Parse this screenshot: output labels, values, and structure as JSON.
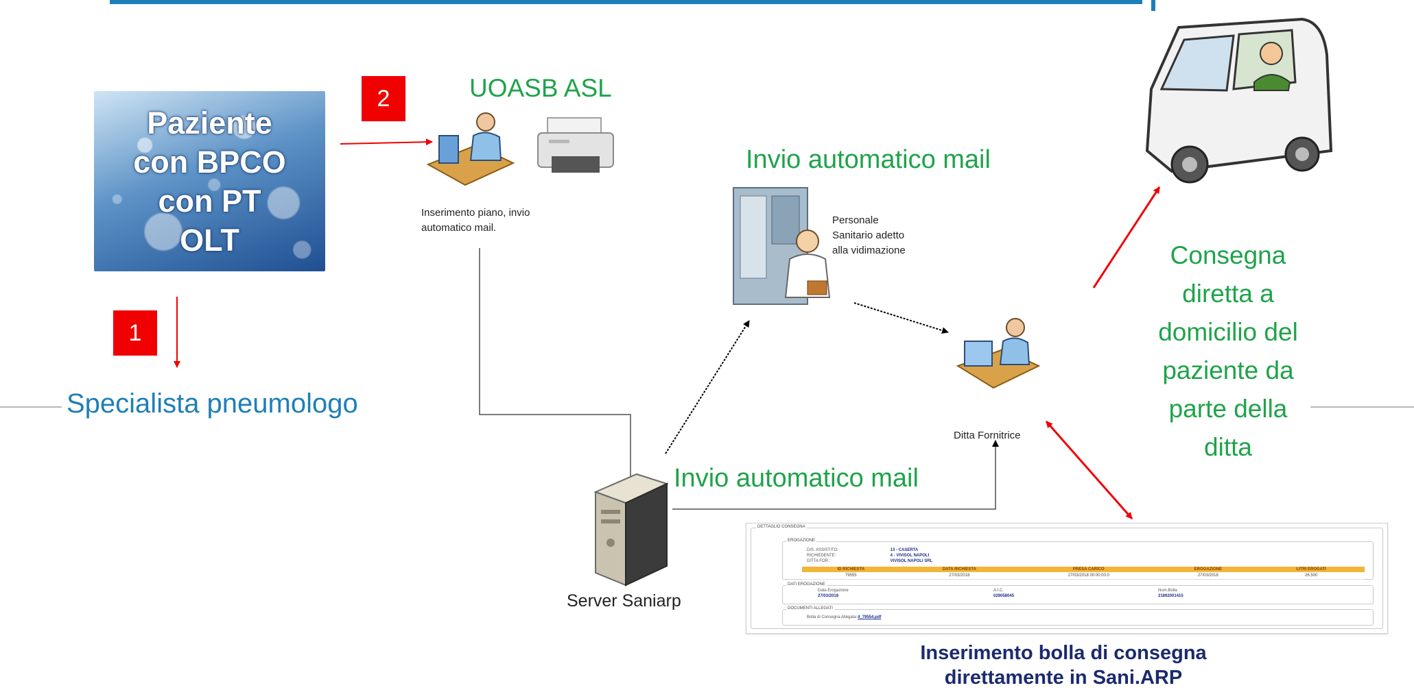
{
  "colors": {
    "accent_blue": "#1d7fb8",
    "green": "#1fa34a",
    "red": "#f00000",
    "caption_navy": "#1b2a6f"
  },
  "patient": {
    "lines": [
      "Paziente",
      "con BPCO",
      "con PT",
      "OLT"
    ]
  },
  "steps": {
    "one": "1",
    "two": "2"
  },
  "specialist": "Specialista pneumologo",
  "uoasb": {
    "title": "UOASB ASL",
    "note_line1": "Inserimento piano, invio",
    "note_line2": "automatico mail."
  },
  "validation": {
    "header": "Invio automatico mail",
    "line1": "Personale",
    "line2": "Sanitario adetto",
    "line3": "alla vidimazione"
  },
  "supplier": {
    "label": "Ditta Fornitrice"
  },
  "server": {
    "label": "Server Saniarp",
    "mail_label": "Invio automatico mail"
  },
  "delivery": {
    "lines": [
      "Consegna",
      "diretta a",
      "domicilio del",
      "paziente da",
      "parte della",
      "ditta"
    ]
  },
  "dettaglio": {
    "title": "DETTAGLIO CONSEGNA",
    "erogazione_title": "EROGAZIONE",
    "fields": [
      {
        "label": "DIS. ASSISTITO:",
        "value": "13 - CASERTA"
      },
      {
        "label": "RICHIEDENTE:",
        "value": "4 - VIVISOL NAPOLI"
      },
      {
        "label": "DITTA FOR.:",
        "value": "VIVISOL NAPOLI SRL"
      }
    ],
    "table_headers": [
      "ID RICHIESTA",
      "DATA RICHIESTA",
      "PRESA CARICO",
      "EROGAZIONE",
      "LITRI EROGATI"
    ],
    "table_row": [
      "79555",
      "27/03/2018",
      "27/03/2018 00:00:00.0",
      "27/03/2018",
      "26.500"
    ],
    "dati_title": "DATI EROGAZIONE",
    "data_erogazione_label": "Data Erogazione",
    "data_erogazione": "27/03/2018",
    "aic_label": "A.I.C.",
    "aic": "029058045",
    "num_bolla_label": "Num.Bolla",
    "num_bolla": "21892001415",
    "documenti_title": "DOCUMENTI ALLEGATI",
    "bolla_label": "Bolla di Consegna Allegata:",
    "bolla_link": "4_79554.pdf"
  },
  "caption": {
    "line1": "Inserimento bolla di consegna",
    "line2": "direttamente in Sani.ARP"
  }
}
